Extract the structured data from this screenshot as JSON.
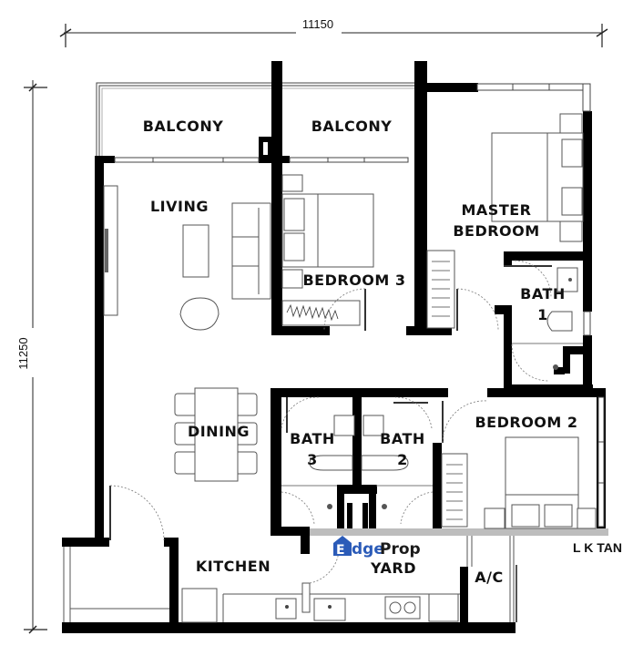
{
  "plan": {
    "dimensions": {
      "width": "11150",
      "height": "11250"
    },
    "rooms": {
      "balcony_left": "BALCONY",
      "balcony_right": "BALCONY",
      "living": "LIVING",
      "bedroom3": "BEDROOM 3",
      "master_line1": "MASTER",
      "master_line2": "BEDROOM",
      "bath1_line1": "BATH",
      "bath1_line2": "1",
      "dining": "DINING",
      "bath3_line1": "BATH",
      "bath3_line2": "3",
      "bath2_line1": "BATH",
      "bath2_line2": "2",
      "bedroom2": "BEDROOM 2",
      "kitchen": "KITCHEN",
      "yard": "YARD",
      "ac": "A/C"
    },
    "watermark": {
      "brand_e": "E",
      "brand_dge": "dge",
      "brand_prop": "Prop",
      "brand_color": "#2b5bb8"
    },
    "credit": "L K TAN"
  }
}
